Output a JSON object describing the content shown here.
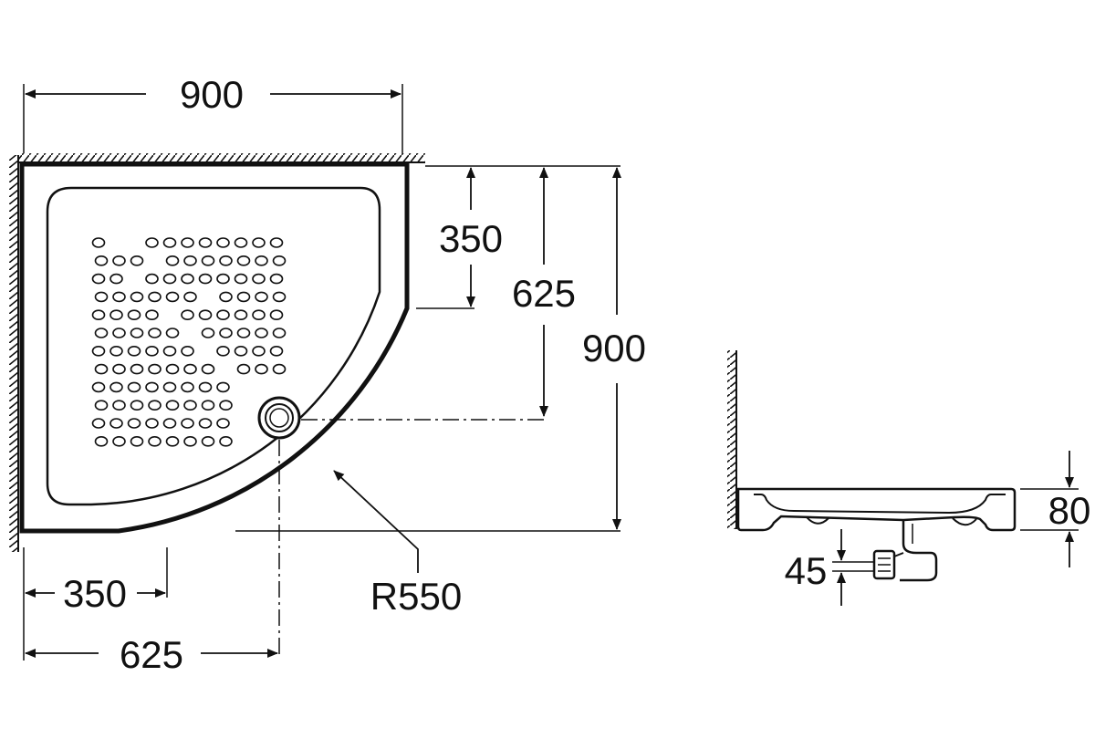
{
  "plan_view": {
    "dimensions": {
      "top_width": "900",
      "right_350": "350",
      "right_625": "625",
      "right_900": "900",
      "bottom_350": "350",
      "bottom_625": "625",
      "radius": "R550"
    }
  },
  "side_view": {
    "dimensions": {
      "height": "80",
      "drain_depth": "45"
    }
  },
  "colors": {
    "line": "#111111",
    "background": "#ffffff"
  },
  "icons": {
    "drain": "drain-icon",
    "wall": "wall-hatch-icon"
  }
}
